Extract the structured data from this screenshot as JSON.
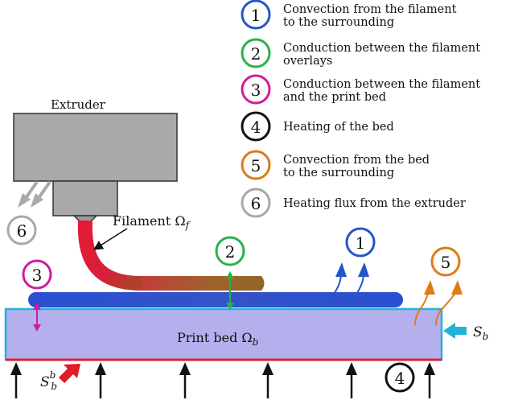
{
  "legend": {
    "items": [
      {
        "num": "1",
        "color": "#2456c8",
        "lines": [
          "Convection from the filament",
          "to the surrounding"
        ]
      },
      {
        "num": "2",
        "color": "#27b24a",
        "lines": [
          "Conduction between the filament",
          "overlays"
        ]
      },
      {
        "num": "3",
        "color": "#d21b9c",
        "lines": [
          "Conduction between the filament",
          "and the print bed"
        ]
      },
      {
        "num": "4",
        "color": "#111111",
        "lines": [
          "Heating of the bed"
        ]
      },
      {
        "num": "5",
        "color": "#e07a16",
        "lines": [
          "Convection from the bed",
          "to the surrounding"
        ]
      },
      {
        "num": "6",
        "color": "#a8a8a8",
        "lines": [
          "Heating flux from the extruder"
        ]
      }
    ]
  },
  "labels": {
    "extruder": "Extruder",
    "filament": "Filament Ω",
    "filament_sub": "f",
    "print_bed": "Print bed Ω",
    "print_bed_sub": "b",
    "sb": "S",
    "sb_sub": "b",
    "sbb": "S",
    "sbb_sup": "b",
    "sbb_sub": "b"
  },
  "diagram_markers": {
    "m1": "1",
    "m2": "2",
    "m3": "3",
    "m4": "4",
    "m5": "5",
    "m6": "6"
  },
  "colors": {
    "extruder_body": "#a9a9a9",
    "bed_fill": "#b4b0ee",
    "bed_edge": "#22b4d8",
    "bed_bottom": "#d8243a",
    "filament_hot": "#e01a32",
    "filament_blue": "#2a4fd0",
    "filament_brown": "#8f5a1e"
  }
}
